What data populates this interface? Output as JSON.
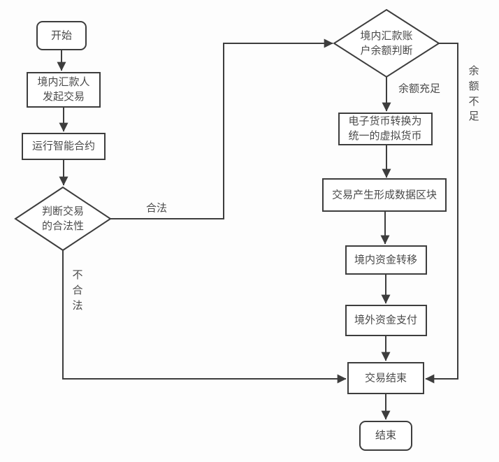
{
  "nodes": {
    "start": "开始",
    "initiate_transaction": "境内汇款人\n发起交易",
    "run_smart_contract": "运行智能合约",
    "judge_legality": "判断交易\n的合法性",
    "balance_check": "境内汇款账\n户余额判断",
    "convert_currency": "电子货币转换为\n统一的虚拟货币",
    "create_data_block": "交易产生形成数据区块",
    "domestic_transfer": "境内资金转移",
    "overseas_payment": "境外资金支付",
    "transaction_end": "交易结束",
    "end": "结束"
  },
  "edge_labels": {
    "legal": "合法",
    "illegal": "不合法",
    "balance_sufficient": "余额充足",
    "balance_insufficient": "余额不足"
  },
  "colors": {
    "line": "#3d3d3d",
    "text": "#4a4a4a",
    "node_fill": "#ffffff",
    "background": "#fdfdfd"
  }
}
